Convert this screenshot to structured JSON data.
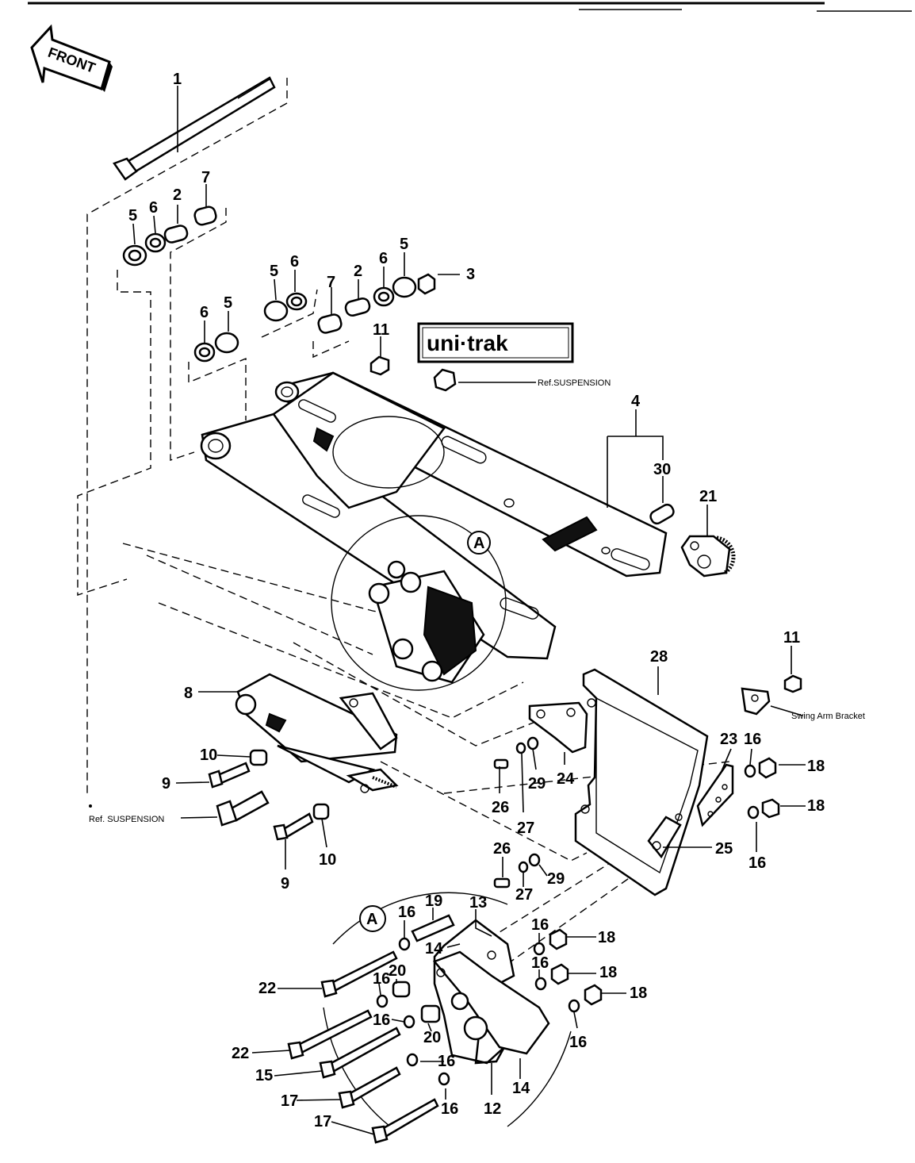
{
  "front_arrow": "FRONT",
  "logo": "uni·trak",
  "notes": {
    "ref_suspension_top": "Ref.SUSPENSION",
    "ref_suspension_left": "Ref. SUSPENSION",
    "swing_arm_bracket": "Swing Arm Bracket",
    "detail_a_1": "A",
    "detail_a_2": "A"
  },
  "callouts": {
    "c1": "1",
    "c2a": "2",
    "c2b": "2",
    "c3": "3",
    "c4": "4",
    "c5a": "5",
    "c5b": "5",
    "c5c": "5",
    "c5d": "5",
    "c6a": "6",
    "c6b": "6",
    "c6c": "6",
    "c6d": "6",
    "c7a": "7",
    "c7b": "7",
    "c8": "8",
    "c9a": "9",
    "c9b": "9",
    "c10a": "10",
    "c10b": "10",
    "c11a": "11",
    "c11b": "11",
    "c12": "12",
    "c13": "13",
    "c14a": "14",
    "c14b": "14",
    "c15": "15",
    "c16a": "16",
    "c16b": "16",
    "c16c": "16",
    "c16d": "16",
    "c16e": "16",
    "c16f": "16",
    "c16g": "16",
    "c16h": "16",
    "c16i": "16",
    "c16j": "16",
    "c17a": "17",
    "c17b": "17",
    "c18a": "18",
    "c18b": "18",
    "c18c": "18",
    "c18d": "18",
    "c18e": "18",
    "c19": "19",
    "c20a": "20",
    "c20b": "20",
    "c21": "21",
    "c22a": "22",
    "c22b": "22",
    "c23": "23",
    "c24": "24",
    "c25": "25",
    "c26a": "26",
    "c26b": "26",
    "c27a": "27",
    "c27b": "27",
    "c28": "28",
    "c29a": "29",
    "c29b": "29",
    "c30": "30"
  }
}
